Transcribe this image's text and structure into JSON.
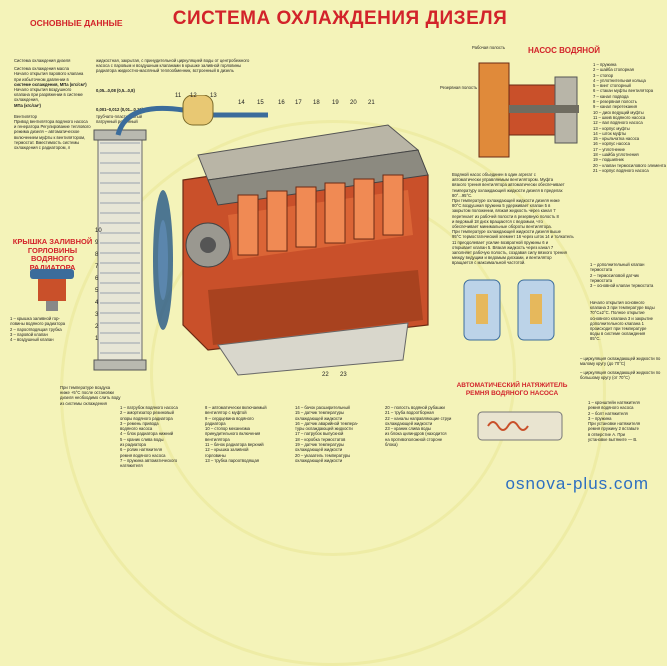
{
  "title": "СИСТЕМА ОХЛАЖДЕНИЯ ДИЗЕЛЯ",
  "header_left": "ОСНОВНЫЕ ДАННЫЕ",
  "main_data": {
    "heading": "Система охлаждения дизеля",
    "lines": [
      "Система охлаждения масла",
      "Начало открытия парового клапана",
      "при избыточном давлении в",
      "системе охлаждения, МПа (кгс/см²)",
      "Начало открытия воздушного",
      "клапана при разряжении в системе",
      "охлаждения,",
      "МПа (кгс/см²)"
    ],
    "fan_heading": "Вентилятор",
    "fan_lines": [
      "Привод вентилятора водяного насоса",
      "и генератора Регулирование теплового",
      "режима дизеля – автоматическое",
      "включением муфты к вентилятором,",
      "термостат. Вместимость системы",
      "охлаждения с радиатором, л"
    ]
  },
  "mid_text": {
    "lines": [
      "жидкостная, закрытая, с принудительной циркуляцией воды от центробежного",
      "насоса с паровым и воздушным клапанами в крышке заливной горловины",
      "радиатора жидкостно-масляный теплообменник, встроенный в дизель"
    ],
    "val1": "0,05...0,08 (0,5...0,8)",
    "val2": "0,001–0,012 (0,01...0,12)",
    "val3": "трубчато-пластинчатый",
    "val4": "патрунный ременный"
  },
  "cap_heading": "КРЫШКА ЗАЛИВНОЙ ГОРЛОВИНЫ ВОДЯНОГО РАДИАТОРА",
  "cap_legend": [
    "1 – крышка заливной гор-",
    "ловины водяного радиатора",
    "2 – пароотводящая трубка",
    "3 – паровой клапан",
    "4 – воздушный клапан"
  ],
  "pump_heading": "НАСОС ВОДЯНОЙ",
  "pump_labels": {
    "work": "Рабочая полость",
    "reserve": "Резервная полость"
  },
  "pump_legend": [
    "1 – пружина",
    "2 – шайба стопорная",
    "3 – стопор",
    "4 – уплотнительная кольца",
    "5 – винт стопорный",
    "6 – стакан муфты вентилятора",
    "7 – канал подвода",
    "8 – резервная полость",
    "9 – канал перетекания",
    "10 – диск ведущий муфты",
    "11 – шкив водяного насоса",
    "12 – вал водяного насоса",
    "13 – корпус муфты",
    "14 – шток муфты",
    "15 – крыльчатка насоса",
    "16 – корпус насоса",
    "17 – уплотнение",
    "18 – шайба уплотнения",
    "19 – подшипник",
    "20 – клапан термосилового элемента",
    "21 – корпус водяного насоса"
  ],
  "fan_description": [
    "Водяной насос объединен в один агрегат с",
    "автоматически управляемым вентилятором. Муфта",
    "вязкого трения вентилятора автоматически обеспечивает",
    "температуру охлаждающей жидкости дизеля в пределах",
    "80°...95°С.",
    "При температуре охлаждающей жидкости дизеля ниже",
    "80°С воздушная пружина 5 удерживает клапан 5 в",
    "закрытом положении, вязкая жидкость через канал 7",
    "перетекает из рабочей полости в резервную полость 8",
    "и ведомый 18 диск вращаются с ведомым, что",
    "обеспечивает минимальные обороты вентилятора.",
    "При температуре охлаждающей жидкости дизеля выше",
    "95°С термостатический элемент 16 через шток 14 и толкатель",
    "11 преодолевает усилие возвратной пружины 6 и",
    "открывает клапан 5. Вязкая жидкость через канал 7",
    "заполняет рабочую полость, создавая силу вязкого трения",
    "между ведущим и ведомым дисками, и вентилятор",
    "вращается с максимальной частотой."
  ],
  "thermo_labels": [
    "1 – дополнительный клапан термостата",
    "2 – термосиловой датчик термостата",
    "3 – основной клапан термостата"
  ],
  "thermo_text": [
    "Начало открытия основного",
    "клапана 3 при температуре воды",
    "70°С±2°С. Полное открытие",
    "основного клапана 3 и закрытие",
    "дополнительного клапана 1",
    "происходит при температуре",
    "воды в системе охлаждения",
    "85°С."
  ],
  "thermo_notes": [
    "– циркуляция охлаждающей жидкости по малому кругу (до 70°С)",
    "– циркуляция охлаждающей жидкости по большому кругу (от 70°С)"
  ],
  "tensioner_heading": "АВТОМАТИЧЕСКИЙ НАТЯЖИТЕЛЬ РЕМНЯ ВОДЯНОГО НАСОСА",
  "tensioner_legend": [
    "1 – кронштейн натяжителя",
    "ремня водяного насоса",
    "2 – болт натяжителя",
    "3 – пружина",
    "При установке натяжителя",
    "ремня пружину 2 вставьте",
    "в отверстие А. При",
    "установке вытяните — В."
  ],
  "cold_note": [
    "При температуре воздуха",
    "ниже +5°С после остановки",
    "дизеля необходимо слить воду",
    "из системы охлаждения"
  ],
  "bottom_legend": {
    "col1": [
      "1 – патрубок водяного насоса",
      "2 – амортизатор резиновый",
      "опоры водяного радиатора",
      "3 – ремень привода",
      "водяного насоса",
      "4 – блок радиатора нижний",
      "5 – краник слива воды",
      "из радиатора",
      "6 – ролик натяжителя",
      "ремня водяного насоса",
      "7 – пружина автоматического",
      "натяжителя"
    ],
    "col2": [
      "8 – автоматически включаемый",
      "вентилятор с муфтой",
      "9 – сердцевина водяного",
      "радиатора",
      "10 – стопор механизма",
      "принудительного включения",
      "вентилятора",
      "11 – бачок радиатора верхний",
      "12 – крышка заливной",
      "горловины",
      "13 – трубка пароотводящая"
    ],
    "col3": [
      "14 – бачок расширительный",
      "15 – датчик температуры",
      "охлаждающей жидкости",
      "16 – датчик аварийной темпера-",
      "туры охлаждающей жидкости",
      "17 – патрубок выпускной",
      "18 – коробка термостатов",
      "19 – датчик температуры",
      "охлаждающей жидкости",
      "20 – указатель температуры",
      "охлаждающей жидкости"
    ],
    "col4": [
      "20 – полость водяной рубашки",
      "21 – труба водоотборная",
      "22 – каналы направляющие струи",
      "охлаждающей жидкости",
      "23 – краник слива воды",
      "из блока цилиндров (находится",
      "на противоположной стороне",
      "блока)"
    ]
  },
  "callouts": [
    "11",
    "12",
    "13",
    "14",
    "15",
    "16",
    "17",
    "18",
    "19",
    "20",
    "21",
    "10",
    "9",
    "8",
    "7",
    "6",
    "5",
    "4",
    "3",
    "2",
    "1",
    "22",
    "23"
  ],
  "footer": "osnova-plus.com",
  "colors": {
    "accent_red": "#d2232a",
    "engine": "#c9502a",
    "background": "#f4f3b9",
    "footer_blue": "#2d6fc1"
  }
}
